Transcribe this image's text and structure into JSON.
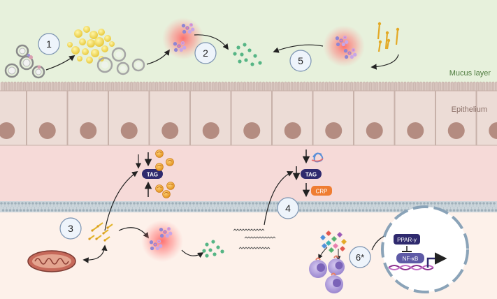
{
  "labels": {
    "mucus_layer": "Mucus layer",
    "epithelium": "Epithelium",
    "tag_left": "TAG",
    "tag_right": "TAG",
    "crp": "CRP",
    "ppar": "PPAR-γ",
    "nfkb": "NF-κB"
  },
  "steps": [
    "1",
    "2",
    "3",
    "4",
    "5",
    "6*"
  ],
  "colors": {
    "mucus": "#e7f1dc",
    "epithelium": "#e9d9d3",
    "nucleus": "#b59086",
    "lamina": "#f5dcdb",
    "lower": "#fdf1ea",
    "tag_box": "#2f2a6e",
    "crp_box": "#ef7d32",
    "nfkb_box": "#5e5aa6",
    "glow": "#ff6b6b",
    "bacteria": "#9b8fd6",
    "metabolite": "#5cb88a"
  },
  "icons": [
    "liposome-icon",
    "yellow-granule-icon",
    "bacteria-cluster-icon",
    "metabolite-dots-icon",
    "fiber-icon",
    "mitochondrion-icon",
    "fatty-acid-icon",
    "orange-lipid-droplet-icon",
    "immune-cell-icon",
    "nucleus-icon",
    "peptide-chain-icon"
  ]
}
